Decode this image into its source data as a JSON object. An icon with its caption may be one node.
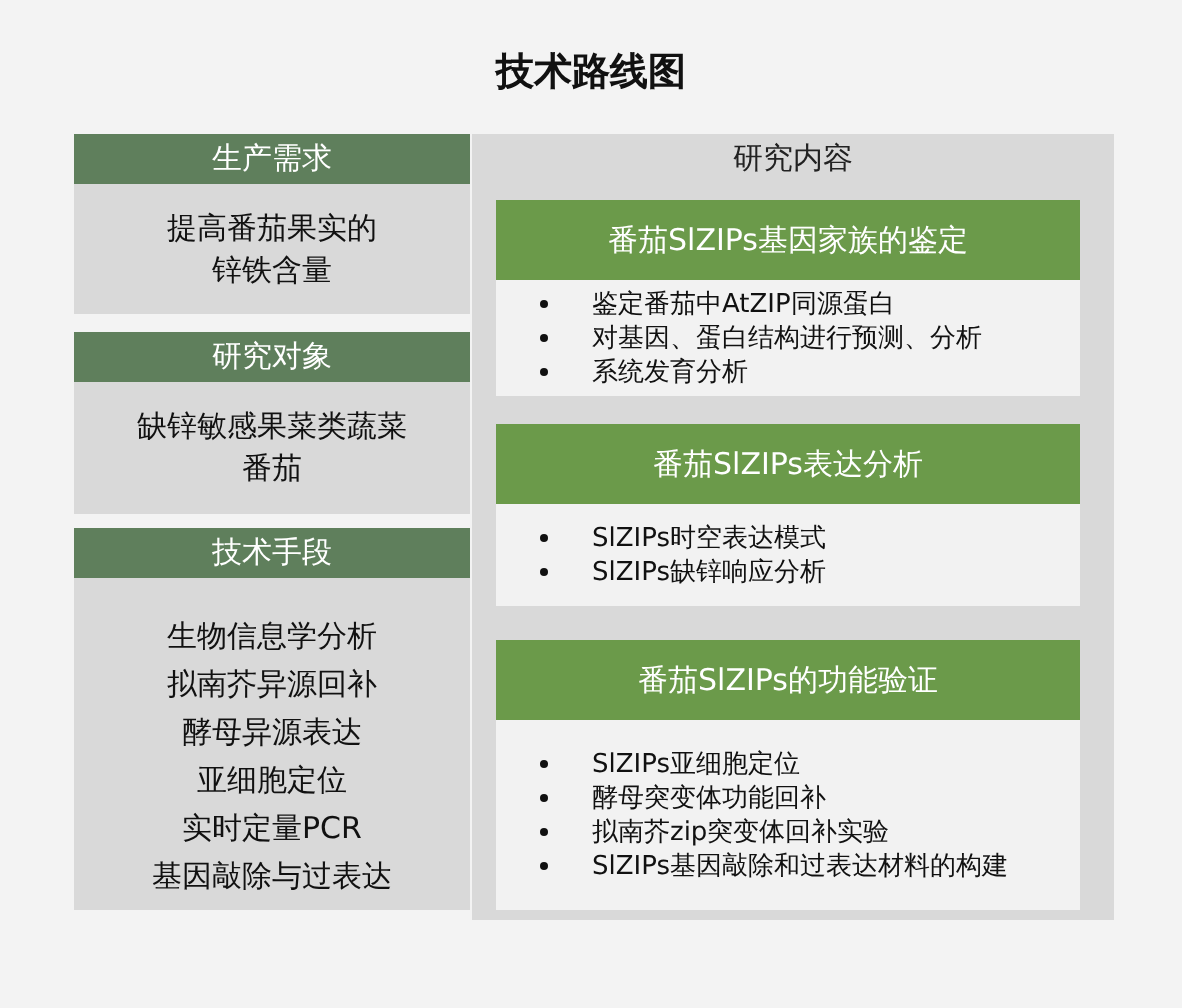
{
  "diagram": {
    "title": "技术路线图",
    "nodes": [
      {
        "text": [
          "生产需求",
          "提高番茄果实的锌铁含量"
        ]
      },
      {
        "text": [
          "研究对象",
          "缺锌敏感果菜类蔬菜番茄"
        ]
      },
      {
        "text": [
          "技术手段",
          "生物信息学分析",
          "拟南芥异源回补",
          "酵母异源表达",
          "亚细胞定位",
          "实时定量PCR",
          "基因敲除与过表达"
        ]
      },
      {
        "text": [
          "研究内容"
        ]
      },
      {
        "text": [
          "番茄SlZIPs基因家族的鉴定",
          "鉴定番茄中AtZIP同源蛋白",
          "对基因、蛋白结构进行预测、分析",
          "系统发育分析"
        ],
        "in": 3
      },
      {
        "text": [
          "番茄SlZIPs表达分析",
          "SlZIPs时空表达模式",
          "SlZIPs缺锌响应分析"
        ],
        "in": 3
      },
      {
        "text": [
          "番茄SlZIPs的功能验证",
          "SlZIPs亚细胞定位",
          "酵母突变体功能回补",
          "拟南芥zip突变体回补实验",
          "SlZIPs基因敲除和过表达材料的构建"
        ],
        "in": 3
      }
    ]
  }
}
